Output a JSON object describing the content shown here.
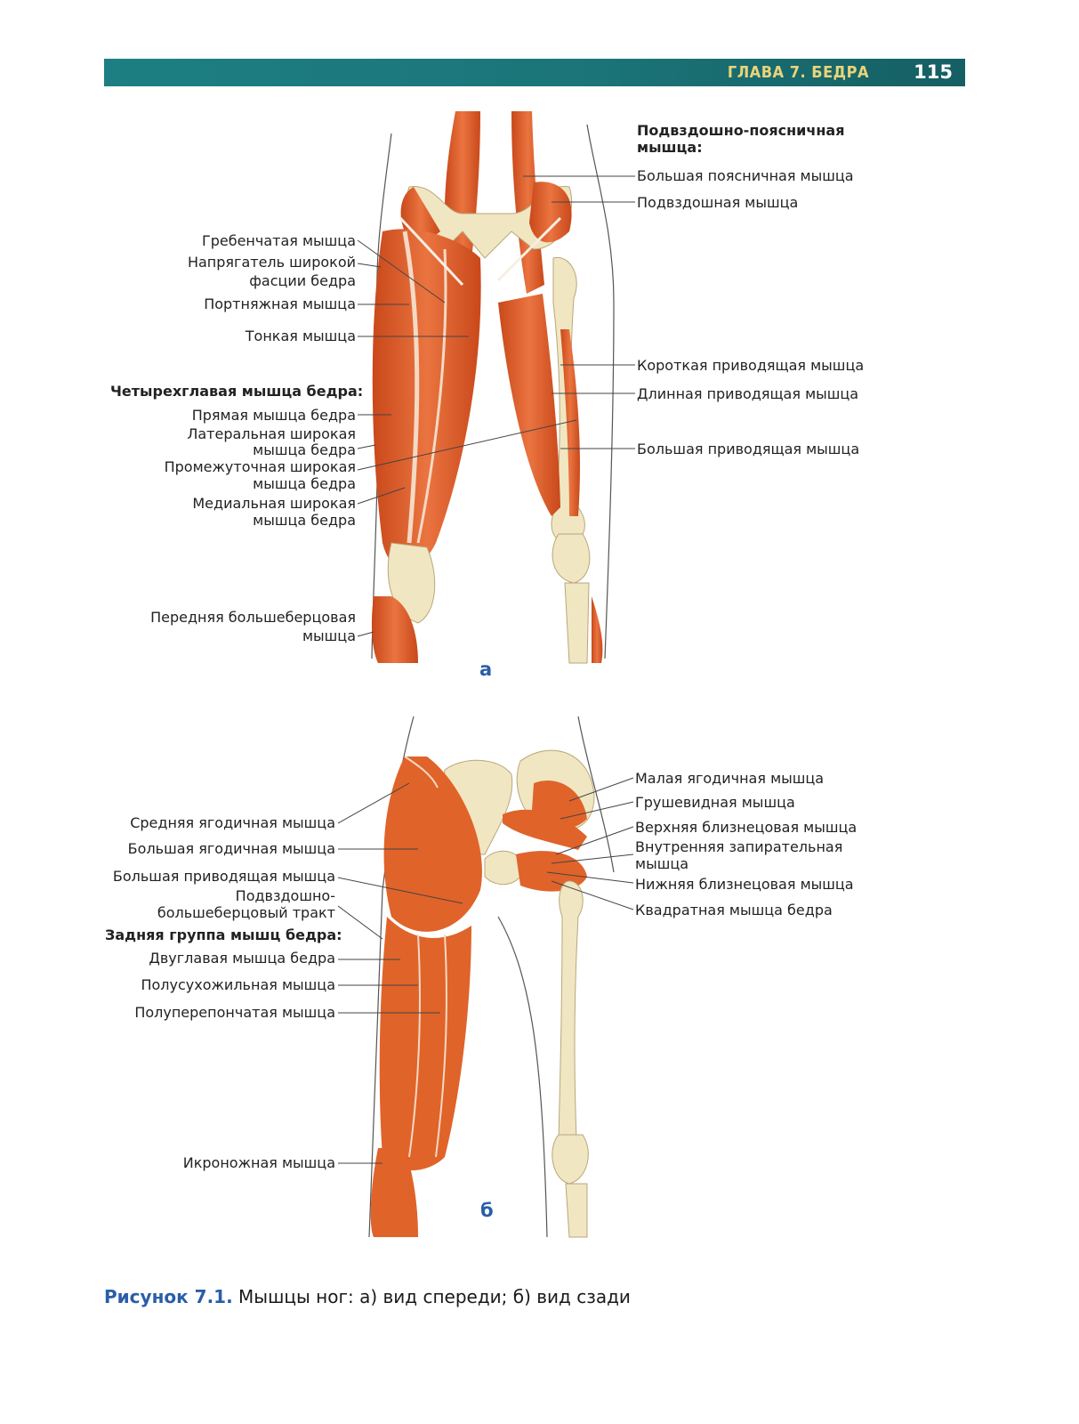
{
  "header": {
    "chapter": "ГЛАВА 7. БЕДРА",
    "page_number": "115"
  },
  "figure_a": {
    "panel_letter": "а",
    "iliopsoas_title": "Подвздошно-поясничная мышца:",
    "psoas_major": "Большая поясничная мышца",
    "iliacus": "Подвздошная мышца",
    "pectineus": "Гребенчатая мышца",
    "tfl_line1": "Напрягатель широкой",
    "tfl_line2": "фасции бедра",
    "sartorius": "Портняжная мышца",
    "gracilis": "Тонкая мышца",
    "quadriceps_title": "Четырехглавая мышца бедра:",
    "rectus_femoris": "Прямая мышца бедра",
    "vastus_lateralis_line1": "Латеральная широкая",
    "vastus_lateralis_line2": "мышца бедра",
    "vastus_intermedius_line1": "Промежуточная широкая",
    "vastus_intermedius_line2": "мышца бедра",
    "vastus_medialis_line1": "Медиальная широкая",
    "vastus_medialis_line2": "мышца бедра",
    "tibialis_line1": "Передняя большеберцовая",
    "tibialis_line2": "мышца",
    "adductor_brevis": "Короткая приводящая мышца",
    "adductor_longus": "Длинная приводящая мышца",
    "adductor_magnus": "Большая приводящая мышца"
  },
  "figure_b": {
    "panel_letter": "б",
    "gluteus_minimus": "Малая ягодичная мышца",
    "piriformis": "Грушевидная мышца",
    "gemellus_superior": "Верхняя близнецовая мышца",
    "obturator_internus_line1": "Внутренняя запирательная",
    "obturator_internus_line2": "мышца",
    "gemellus_inferior": "Нижняя близнецовая мышца",
    "quadratus_femoris": "Квадратная мышца бедра",
    "gluteus_medius": "Средняя ягодичная мышца",
    "gluteus_maximus": "Большая ягодичная мышца",
    "adductor_magnus": "Большая приводящая мышца",
    "it_tract_line1": "Подвздошно-",
    "it_tract_line2": "большеберцовый тракт",
    "hamstrings_title": "Задняя группа мышц бедра:",
    "biceps_femoris": "Двуглавая мышца бедра",
    "semitendinosus": "Полусухожильная мышца",
    "semimembranosus": "Полуперепончатая мышца",
    "gastrocnemius": "Икроножная мышца"
  },
  "caption": {
    "number": "Рисунок 7.1.",
    "text": " Мышцы ног: а) вид спереди; б) вид сзади"
  },
  "colors": {
    "header_bar": "#1b7579",
    "chapter_text": "#e9d47a",
    "accent_blue": "#2a5ea8",
    "muscle": "#e0632a",
    "bone": "#f1e6c2"
  }
}
